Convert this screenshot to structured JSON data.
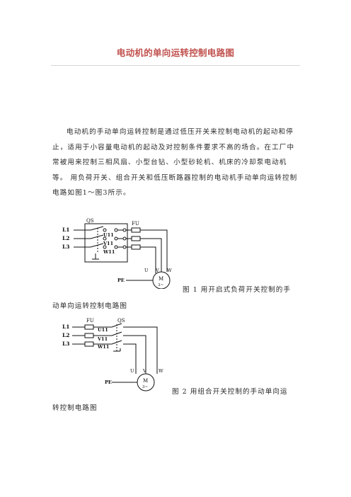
{
  "title": "电动机的单向运转控制电路图",
  "body": "电动机的手动单向运转控制是通过低压开关来控制电动机的起动和停止，适用于小容量电动机的起动及对控制条件要求不高的场合。在工厂中常被用来控制三相风扇、小型台钻、小型砂轮机、机床的冷却泵电动机等。 用负荷开关、组合开关和低压断路器控制的电动机手动单向运转控制电路如图1～图3所示。",
  "figure1": {
    "labels": {
      "qs": "QS",
      "fu": "FU",
      "l1": "L1",
      "l2": "L2",
      "l3": "L3",
      "u11": "U11",
      "v11": "V11",
      "w11": "W11",
      "u": "U",
      "v": "V",
      "w": "W",
      "pe": "PE",
      "m": "M",
      "m3": "3~"
    },
    "caption_line1": "图 1  用开启式负荷开关控制的手",
    "caption_line2": "动单向运转控制电路图"
  },
  "figure2": {
    "labels": {
      "qs": "QS",
      "fu": "FU",
      "l1": "L1",
      "l2": "L2",
      "l3": "L3",
      "u11": "U11",
      "v11": "V11",
      "w11": "W11",
      "u": "U",
      "v": "V",
      "w": "W",
      "pe": "PE",
      "m": "M",
      "m3": "3~"
    },
    "caption_line1": "图 2  用组合开关控制的手动单向运",
    "caption_line2": "转控制电路图"
  }
}
